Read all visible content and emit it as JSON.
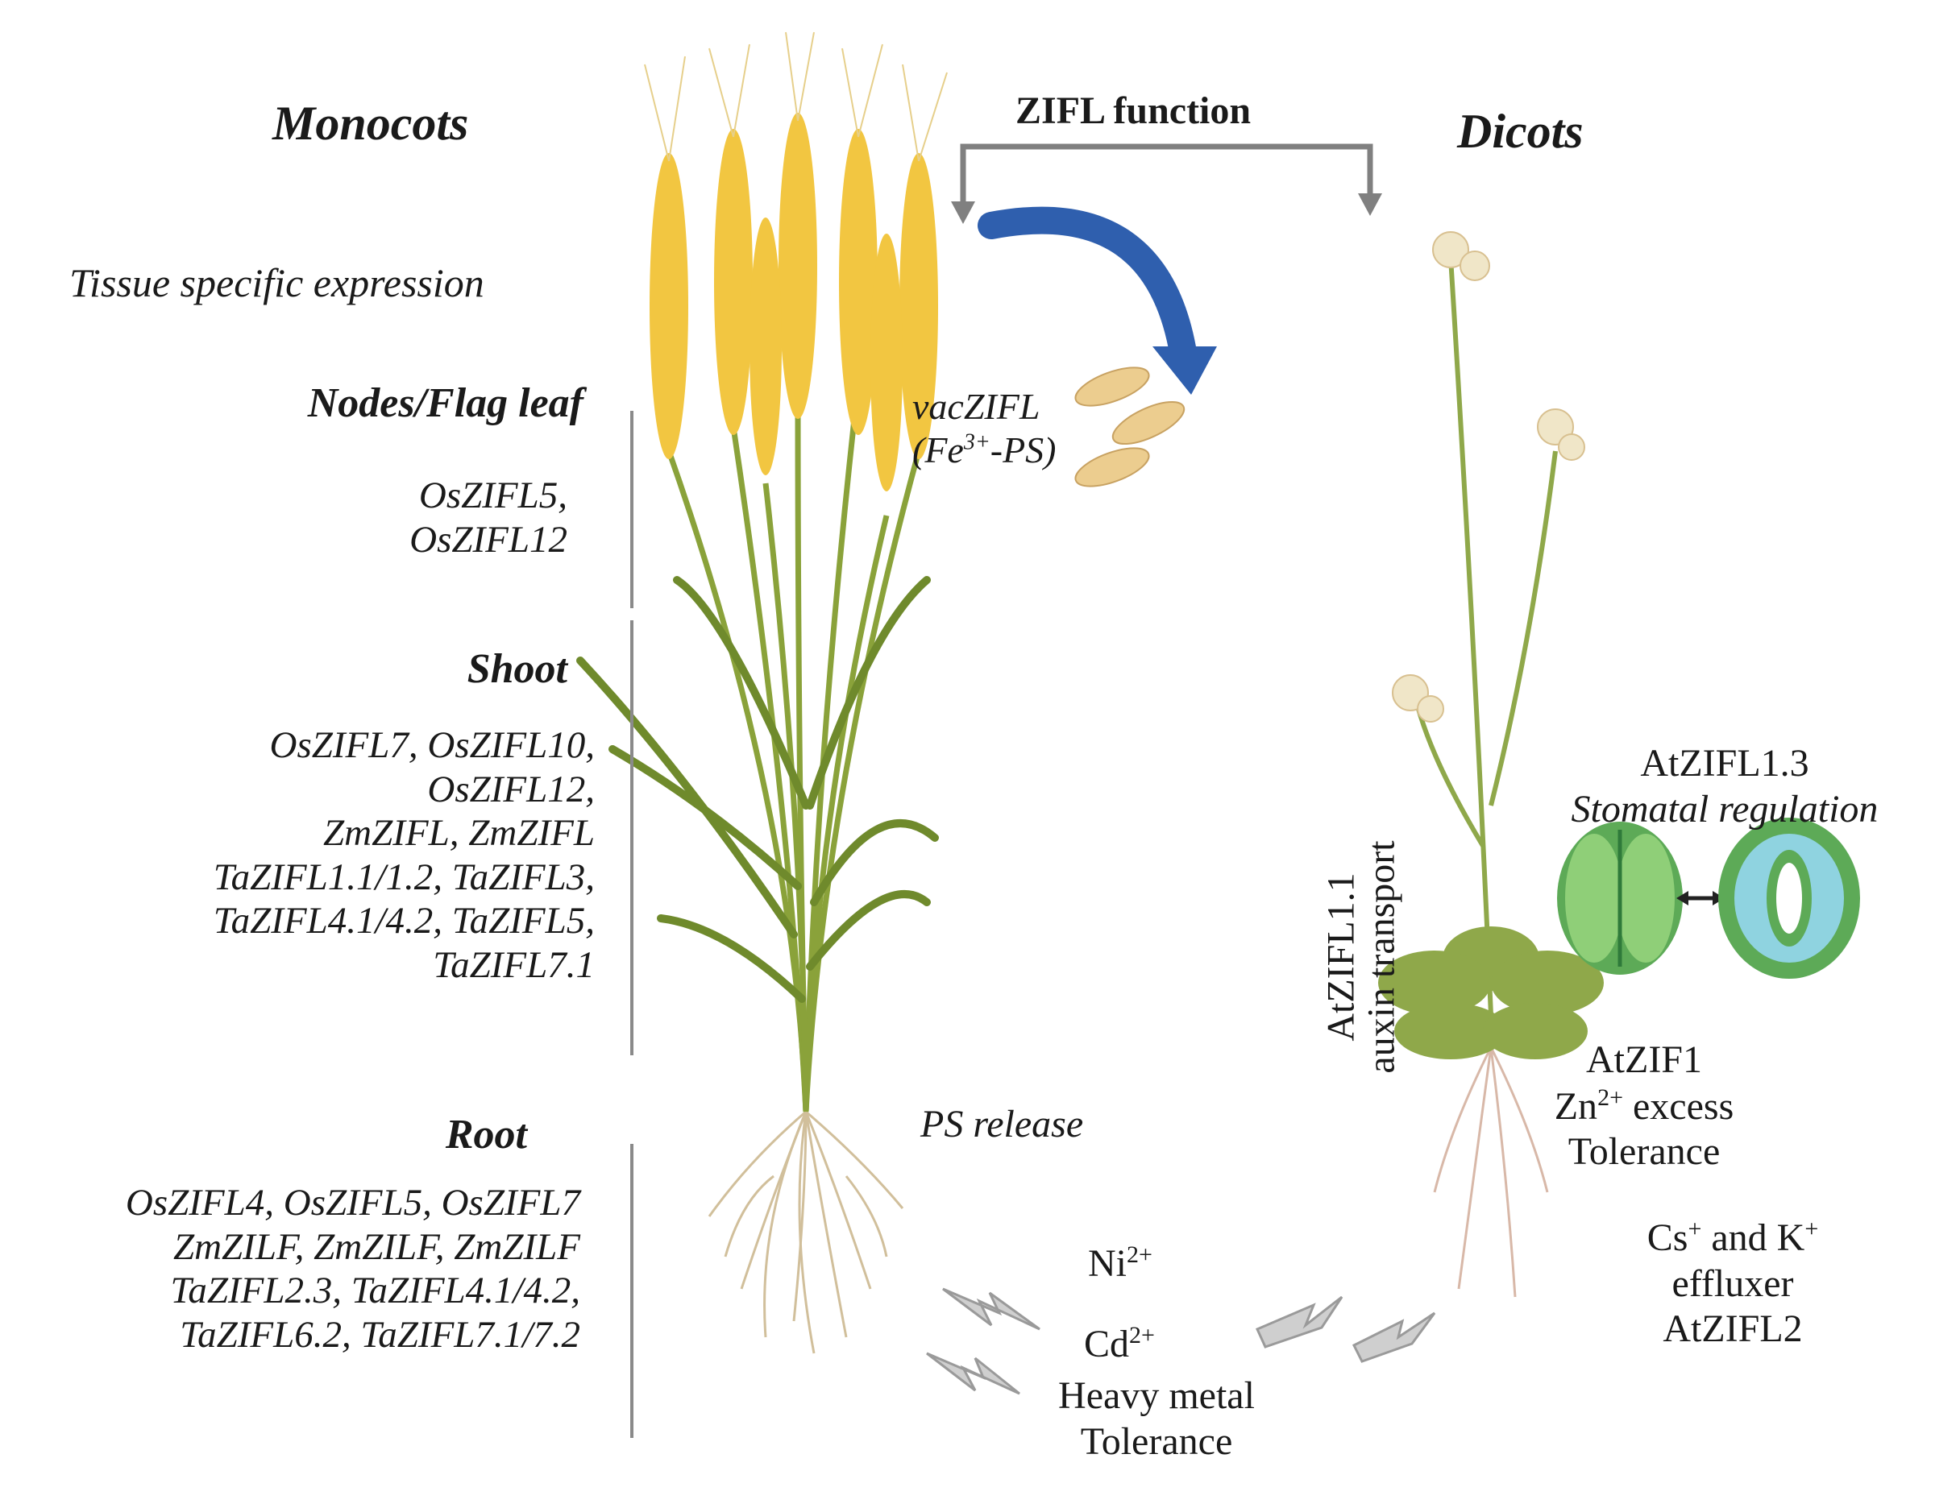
{
  "monocots": {
    "title": "Monocots",
    "tissue_caption": "Tissue specific  expression",
    "nodes": {
      "title": "Nodes/Flag leaf",
      "genes": [
        "OsZIFL5,",
        "OsZIFL12"
      ]
    },
    "shoot": {
      "title": "Shoot",
      "genes": [
        "OsZIFL7, OsZIFL10,",
        "OsZIFL12,",
        "ZmZIFL, ZmZIFL",
        "TaZIFL1.1/1.2, TaZIFL3,",
        "TaZIFL4.1/4.2, TaZIFL5,",
        "TaZIFL7.1"
      ]
    },
    "root": {
      "title": "Root",
      "genes": [
        "OsZIFL4, OsZIFL5, OsZIFL7",
        "ZmZILF, ZmZILF, ZmZILF",
        "TaZIFL2.3, TaZIFL4.1/4.2,",
        "TaZIFL6.2, TaZIFL7.1/7.2"
      ]
    },
    "vac_label": "vacZIFL",
    "vac_sub_prefix": "(Fe",
    "vac_sub_sup": "3+",
    "vac_sub_suffix": "-PS)",
    "ps_release": "PS release"
  },
  "center": {
    "function_title": "ZIFL function",
    "ni_base": "Ni",
    "ni_sup": "2+",
    "cd_base": "Cd",
    "cd_sup": "2+",
    "heavy_metal": [
      "Heavy  metal",
      "Tolerance"
    ],
    "auxin": [
      "AtZIFL1.1",
      "auxin transport"
    ]
  },
  "dicots": {
    "title": "Dicots",
    "stomatal_gene": "AtZIFL1.3",
    "stomatal_label": "Stomatal regulation",
    "zif_gene": "AtZIF1",
    "zn_base": "Zn",
    "zn_sup": "2+",
    "zn_suffix": " excess",
    "zn_tolerance": "Tolerance",
    "cs_base": "Cs",
    "cs_sup": "+",
    "and_k": "  and K",
    "k_sup": "+",
    "effluxer": "effluxer",
    "effluxer_gene": "AtZIFL2"
  },
  "colors": {
    "wheat_gold": "#f2c641",
    "wheat_stem": "#7f9a35",
    "arrow_blue": "#2f5fae",
    "connector_gray": "#808080",
    "stoma_green": "#5daa57",
    "stoma_cyan": "#8fd3e0",
    "rosette_green": "#8fa84a"
  }
}
